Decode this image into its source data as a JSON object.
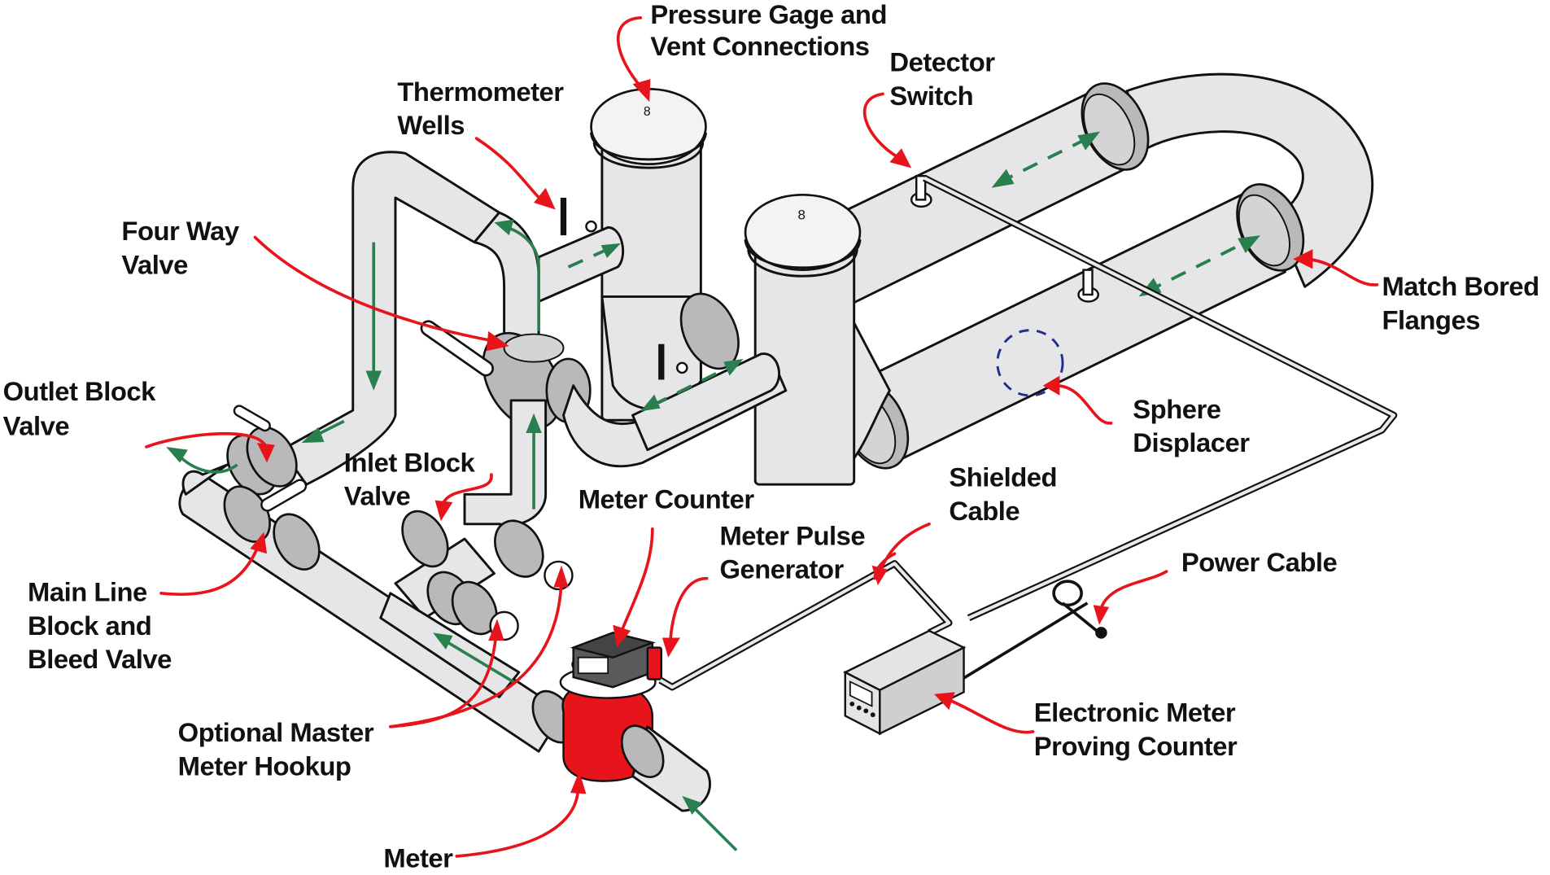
{
  "diagram": {
    "title": "Sphere Prover Meter Proving System",
    "colors": {
      "pipe_fill": "#e6e6e8",
      "flange_fill": "#b9b9bb",
      "outline": "#111111",
      "leader_red": "#e8141c",
      "flow_green": "#2a7f4f",
      "meter_red": "#e8141c",
      "sphere_blue": "#1f2f8f"
    },
    "labels": {
      "pressure_gage": [
        "Pressure Gage and",
        "Vent Connections"
      ],
      "thermometer_wells": [
        "Thermometer",
        "Wells"
      ],
      "detector_switch": [
        "Detector",
        "Switch"
      ],
      "four_way_valve": [
        "Four Way",
        "Valve"
      ],
      "match_bored_flanges": [
        "Match Bored",
        "Flanges"
      ],
      "outlet_block_valve": [
        "Outlet Block",
        "Valve"
      ],
      "sphere_displacer": [
        "Sphere",
        "Displacer"
      ],
      "inlet_block_valve": [
        "Inlet Block",
        "Valve"
      ],
      "shielded_cable": [
        "Shielded",
        "Cable"
      ],
      "meter_counter": [
        "Meter Counter"
      ],
      "meter_pulse_generator": [
        "Meter Pulse",
        "Generator"
      ],
      "power_cable": [
        "Power Cable"
      ],
      "main_line_valve": [
        "Main Line",
        "Block and",
        "Bleed Valve"
      ],
      "optional_master_meter": [
        "Optional Master",
        "Meter Hookup"
      ],
      "electronic_counter": [
        "Electronic Meter",
        "Proving Counter"
      ],
      "meter": [
        "Meter"
      ]
    },
    "cap_markings": [
      "8",
      "8"
    ]
  }
}
